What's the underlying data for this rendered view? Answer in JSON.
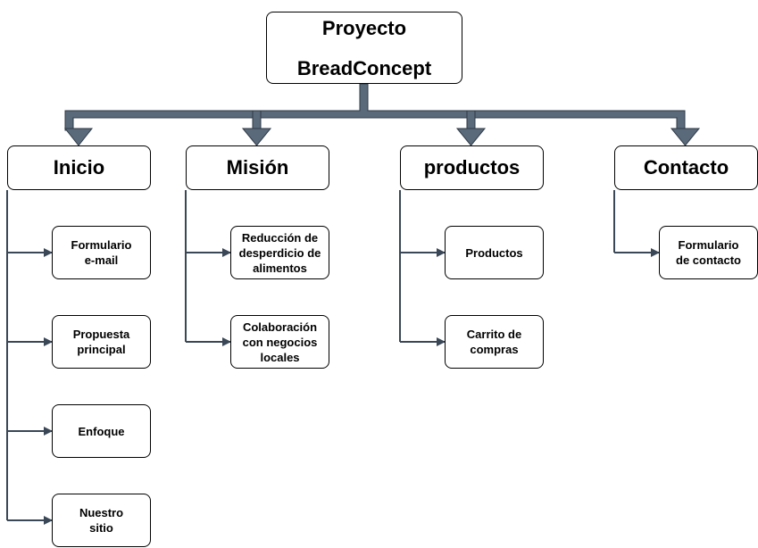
{
  "root": {
    "line1": "Proyecto",
    "line2": "BreadConcept"
  },
  "categories": [
    {
      "label": "Inicio"
    },
    {
      "label": "Misión"
    },
    {
      "label": "productos"
    },
    {
      "label": "Contacto"
    }
  ],
  "inicio_items": [
    {
      "lines": [
        "Formulario",
        "e-mail"
      ]
    },
    {
      "lines": [
        "Propuesta",
        "principal"
      ]
    },
    {
      "lines": [
        "Enfoque"
      ]
    },
    {
      "lines": [
        "Nuestro",
        "sitio"
      ]
    }
  ],
  "mision_items": [
    {
      "lines": [
        "Reducción de",
        "desperdicio de",
        "alimentos"
      ]
    },
    {
      "lines": [
        "Colaboración",
        "con negocios",
        "locales"
      ]
    }
  ],
  "productos_items": [
    {
      "lines": [
        "Productos"
      ]
    },
    {
      "lines": [
        "Carrito de",
        "compras"
      ]
    }
  ],
  "contacto_items": [
    {
      "lines": [
        "Formulario",
        "de contacto"
      ]
    }
  ],
  "colors": {
    "connector_fill": "#5a6a7b",
    "connector_outline": "#2f3a46",
    "line": "#3a4756"
  }
}
